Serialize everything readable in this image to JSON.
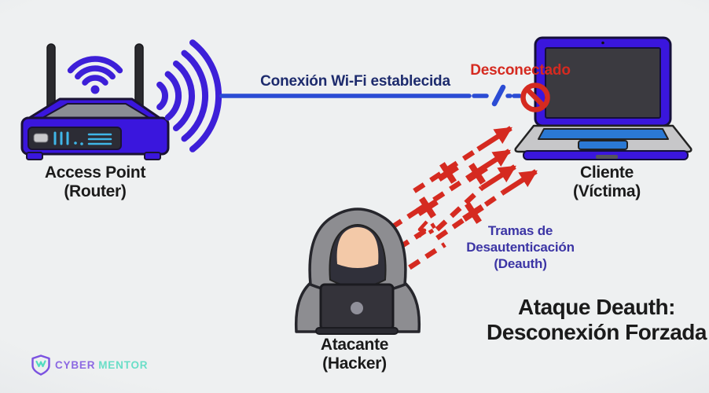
{
  "colors": {
    "background": "#eef0f1",
    "device_blue": "#3a16dd",
    "signal_blue": "#3d1fd8",
    "link_blue": "#2b4cd4",
    "alert_red": "#d52a20",
    "navy_text": "#1d2b6d",
    "purple_text": "#3c35a5",
    "black_text": "#1b1b1b",
    "outline_dark": "#1b1333",
    "display_dark": "#3b3a40",
    "base_gray": "#c7c7c9",
    "key_blue": "#2b79d4",
    "top_gray": "#8a8d94",
    "panel_dark": "#2c2c35",
    "led_cyan": "#3fb6e8",
    "hood_gray": "#8d8d91",
    "hood_inner": "#30303a",
    "face_skin": "#f3c9a8",
    "hacker_laptop": "#34333a",
    "logo_purple": "#7b52e0",
    "logo_teal": "#52dcc0"
  },
  "access_point": {
    "line1": "Access Point",
    "line2": "(Router)"
  },
  "client": {
    "line1": "Cliente",
    "line2": "(Víctima)"
  },
  "attacker": {
    "line1": "Atacante",
    "line2": "(Hacker)"
  },
  "connection": {
    "label": "Conexión Wi-Fi establecida"
  },
  "status": {
    "disconnected": "Desconectado"
  },
  "deauth_frames": {
    "line1": "Tramas de",
    "line2": "Desautenticación",
    "line3": "(Deauth)"
  },
  "title": {
    "line1": "Ataque Deauth:",
    "line2": "Desconexión Forzada"
  },
  "logo": {
    "word1": "CYBER",
    "word2": "MENTOR"
  }
}
